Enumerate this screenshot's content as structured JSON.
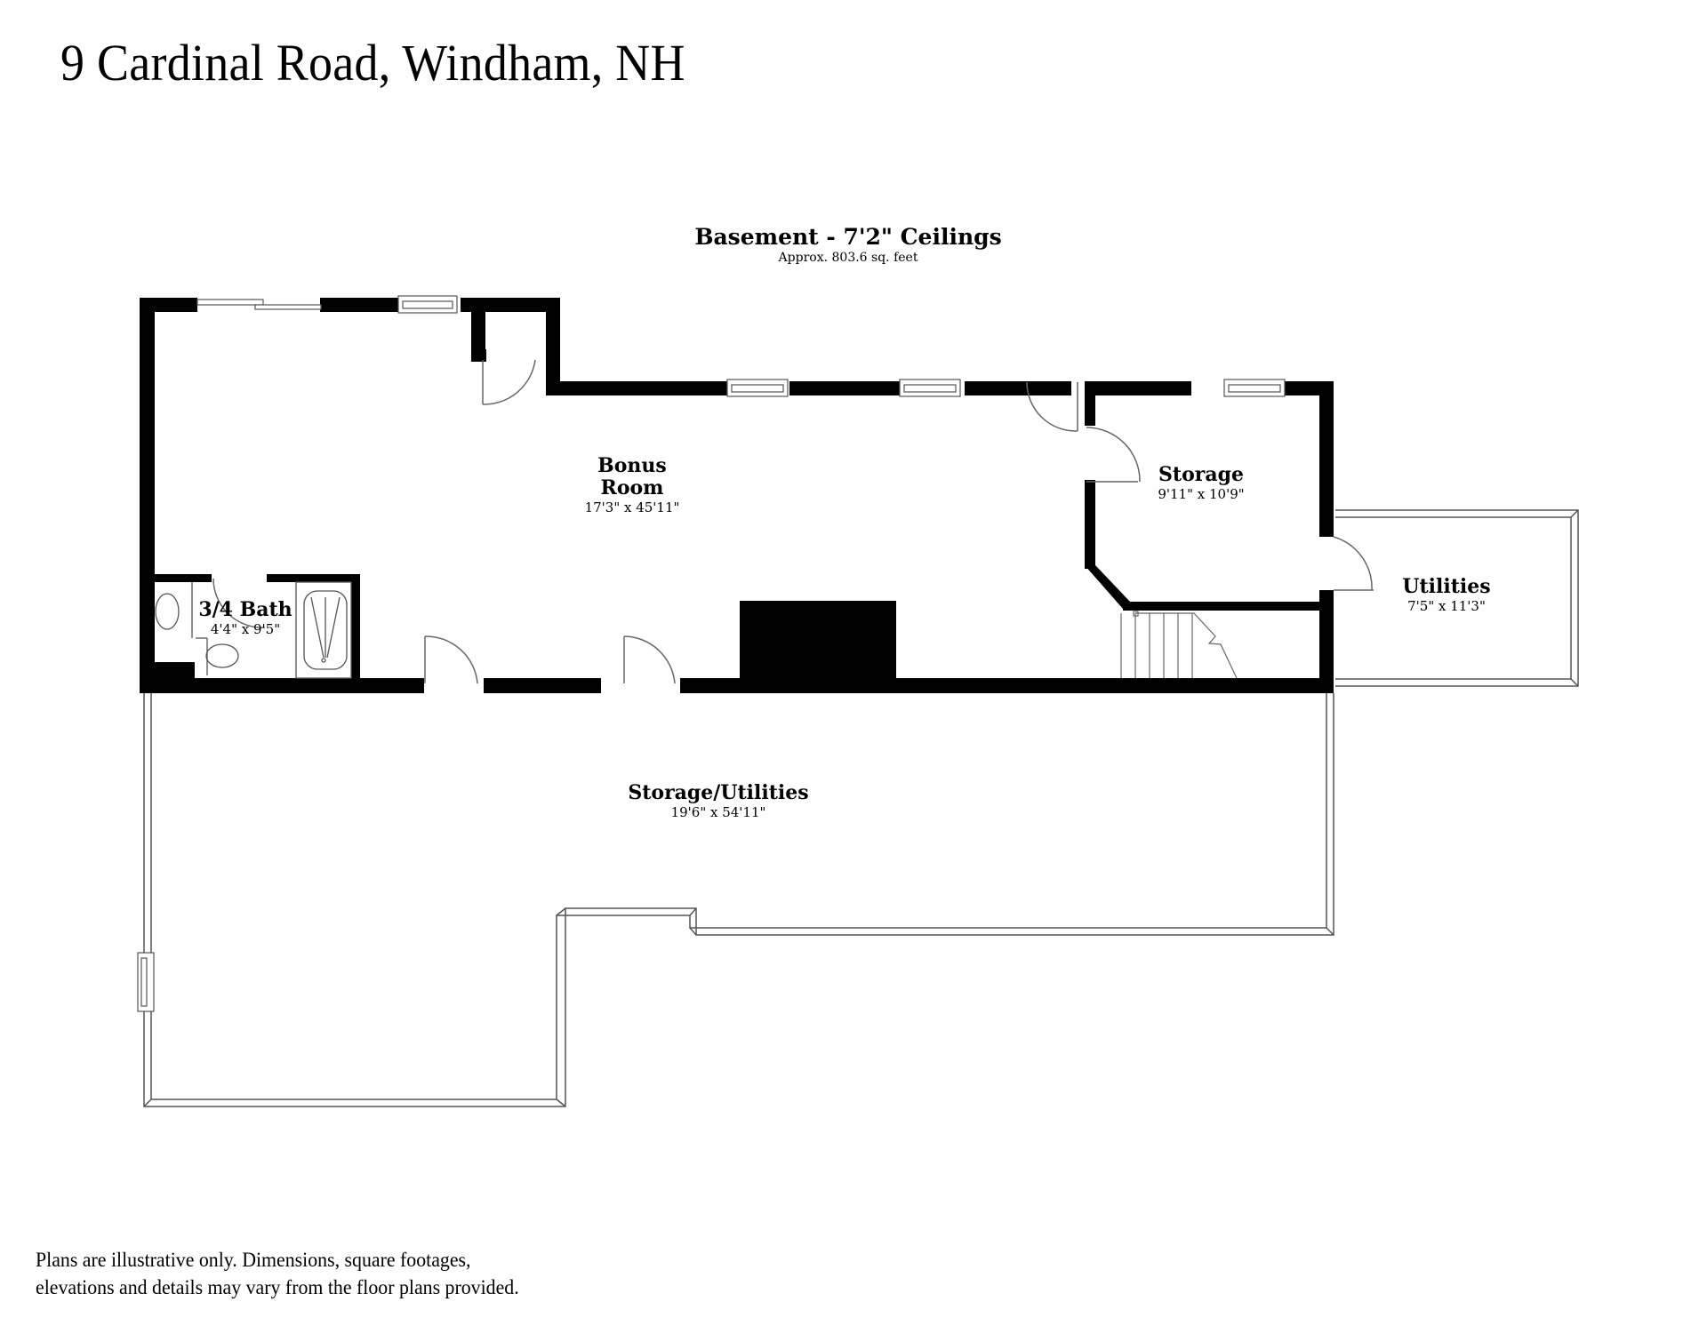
{
  "title": "9 Cardinal Road, Windham, NH",
  "floor": {
    "name": "Basement - 7'2\" Ceilings",
    "area": "Approx. 803.6 sq. feet"
  },
  "rooms": [
    {
      "id": "bonus-room",
      "name_line1": "Bonus",
      "name_line2": "Room",
      "dimensions": "17'3\" x 45'11\""
    },
    {
      "id": "storage",
      "name": "Storage",
      "dimensions": "9'11\" x 10'9\""
    },
    {
      "id": "utilities",
      "name": "Utilities",
      "dimensions": "7'5\" x 11'3\""
    },
    {
      "id": "bath",
      "name": "3/4 Bath",
      "dimensions": "4'4\" x 9'5\""
    },
    {
      "id": "storage-utilities",
      "name": "Storage/Utilities",
      "dimensions": "19'6\" x 54'11\""
    }
  ],
  "disclaimer": {
    "line1": "Plans are illustrative only. Dimensions, square footages,",
    "line2": "elevations and details may vary from the floor plans provided."
  },
  "colors": {
    "wall": "#000000",
    "outline": "#555555",
    "background": "#ffffff"
  }
}
